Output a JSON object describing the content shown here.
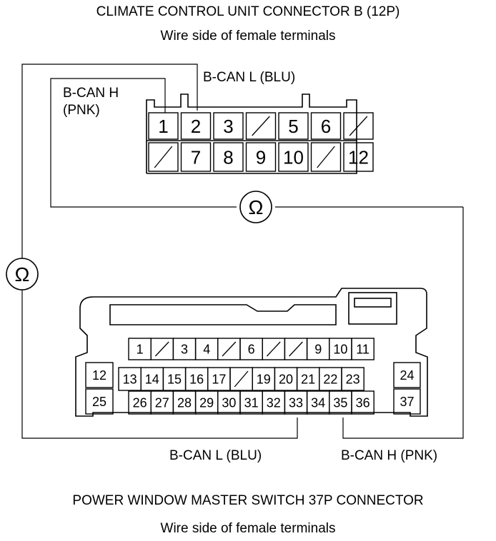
{
  "header": {
    "title": "CLIMATE CONTROL UNIT CONNECTOR B (12P)",
    "subtitle": "Wire side of female terminals"
  },
  "connector_b": {
    "row1": [
      "1",
      "2",
      "3",
      "",
      "5",
      "6",
      ""
    ],
    "row2": [
      "",
      "7",
      "8",
      "9",
      "10",
      "",
      "12"
    ]
  },
  "connector_37p": {
    "row_top": [
      "1",
      "",
      "3",
      "4",
      "",
      "6",
      "",
      "",
      "9",
      "10",
      "11"
    ],
    "row_mid": [
      "13",
      "14",
      "15",
      "16",
      "17",
      "",
      "19",
      "20",
      "21",
      "22",
      "23"
    ],
    "row_bot": [
      "26",
      "27",
      "28",
      "29",
      "30",
      "31",
      "32",
      "33",
      "34",
      "35",
      "36"
    ],
    "left_col": [
      "12",
      "25"
    ],
    "right_col": [
      "24",
      "37"
    ]
  },
  "wires": {
    "can_l_top": "B-CAN L (BLU)",
    "can_h_top_line1": "B-CAN H",
    "can_h_top_line2": "(PNK)",
    "can_l_bottom": "B-CAN L (BLU)",
    "can_h_bottom": "B-CAN H (PNK)"
  },
  "meter_symbol": "Ω",
  "footer": {
    "title": "POWER WINDOW MASTER SWITCH 37P CONNECTOR",
    "subtitle": "Wire side of female terminals"
  }
}
